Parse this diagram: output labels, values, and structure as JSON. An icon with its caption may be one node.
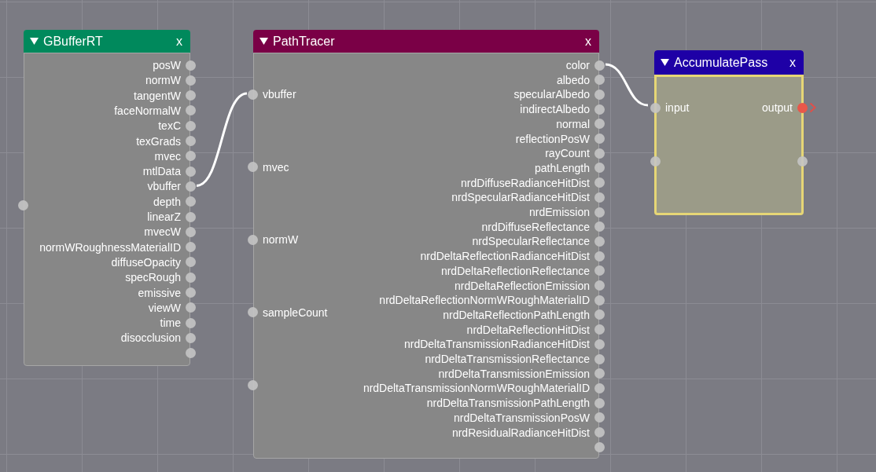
{
  "diagram": {
    "nodes": [
      {
        "text": [
          "GBufferRT",
          "x"
        ]
      },
      {
        "text": [],
        "shape": "circle",
        "in": 0
      },
      {
        "text": [
          "posW"
        ],
        "in": 0
      },
      {
        "text": [
          "normW"
        ],
        "in": 0
      },
      {
        "text": [
          "tangentW"
        ],
        "in": 0
      },
      {
        "text": [
          "faceNormalW"
        ],
        "in": 0
      },
      {
        "text": [
          "texC"
        ],
        "in": 0
      },
      {
        "text": [
          "texGrads"
        ],
        "in": 0
      },
      {
        "text": [
          "mvec"
        ],
        "in": 0
      },
      {
        "text": [
          "mtlData"
        ],
        "in": 0
      },
      {
        "text": [
          "vbuffer"
        ],
        "in": 0
      },
      {
        "text": [
          "depth"
        ],
        "in": 0
      },
      {
        "text": [
          "linearZ"
        ],
        "in": 0
      },
      {
        "text": [
          "mvecW"
        ],
        "in": 0
      },
      {
        "text": [
          "normWRoughnessMaterialID"
        ],
        "in": 0
      },
      {
        "text": [
          "diffuseOpacity"
        ],
        "in": 0
      },
      {
        "text": [
          "specRough"
        ],
        "in": 0
      },
      {
        "text": [
          "emissive"
        ],
        "in": 0
      },
      {
        "text": [
          "viewW"
        ],
        "in": 0
      },
      {
        "text": [
          "time"
        ],
        "in": 0
      },
      {
        "text": [
          "disocclusion"
        ],
        "in": 0
      },
      {
        "text": [],
        "shape": "circle",
        "in": 0
      },
      {
        "text": [
          "PathTracer",
          "x"
        ]
      },
      {
        "text": [
          "vbuffer"
        ],
        "in": 22
      },
      {
        "text": [
          "mvec"
        ],
        "in": 22
      },
      {
        "text": [
          "normW"
        ],
        "in": 22
      },
      {
        "text": [
          "sampleCount"
        ],
        "in": 22
      },
      {
        "text": [],
        "shape": "circle",
        "in": 22
      },
      {
        "text": [
          "color"
        ],
        "in": 22
      },
      {
        "text": [
          "albedo"
        ],
        "in": 22
      },
      {
        "text": [
          "specularAlbedo"
        ],
        "in": 22
      },
      {
        "text": [
          "indirectAlbedo"
        ],
        "in": 22
      },
      {
        "text": [
          "normal"
        ],
        "in": 22
      },
      {
        "text": [
          "reflectionPosW"
        ],
        "in": 22
      },
      {
        "text": [
          "rayCount"
        ],
        "in": 22
      },
      {
        "text": [
          "pathLength"
        ],
        "in": 22
      },
      {
        "text": [
          "nrdDiffuseRadianceHitDist"
        ],
        "in": 22
      },
      {
        "text": [
          "nrdSpecularRadianceHitDist"
        ],
        "in": 22
      },
      {
        "text": [
          "nrdEmission"
        ],
        "in": 22
      },
      {
        "text": [
          "nrdDiffuseReflectance"
        ],
        "in": 22
      },
      {
        "text": [
          "nrdSpecularReflectance"
        ],
        "in": 22
      },
      {
        "text": [
          "nrdDeltaReflectionRadianceHitDist"
        ],
        "in": 22
      },
      {
        "text": [
          "nrdDeltaReflectionReflectance"
        ],
        "in": 22
      },
      {
        "text": [
          "nrdDeltaReflectionEmission"
        ],
        "in": 22
      },
      {
        "text": [
          "nrdDeltaReflectionNormWRoughMaterialID"
        ],
        "in": 22
      },
      {
        "text": [
          "nrdDeltaReflectionPathLength"
        ],
        "in": 22
      },
      {
        "text": [
          "nrdDeltaReflectionHitDist"
        ],
        "in": 22
      },
      {
        "text": [
          "nrdDeltaTransmissionRadianceHitDist"
        ],
        "in": 22
      },
      {
        "text": [
          "nrdDeltaTransmissionReflectance"
        ],
        "in": 22
      },
      {
        "text": [
          "nrdDeltaTransmissionEmission"
        ],
        "in": 22
      },
      {
        "text": [
          "nrdDeltaTransmissionNormWRoughMaterialID"
        ],
        "in": 22
      },
      {
        "text": [
          "nrdDeltaTransmissionPathLength"
        ],
        "in": 22
      },
      {
        "text": [
          "nrdDeltaTransmissionPosW"
        ],
        "in": 22
      },
      {
        "text": [
          "nrdResidualRadianceHitDist"
        ],
        "in": 22
      },
      {
        "text": [],
        "shape": "circle",
        "in": 22
      },
      {
        "text": [
          "AccumulatePass",
          "x"
        ]
      },
      {
        "text": [
          "input"
        ],
        "in": 55
      },
      {
        "text": [
          "output"
        ],
        "in": 55
      },
      {
        "text": [],
        "shape": "circle",
        "in": 55
      },
      {
        "text": [],
        "shape": "circle",
        "in": 55
      }
    ],
    "edges": [
      {
        "from": 10,
        "to": 23,
        "arrow": "none"
      },
      {
        "from": 28,
        "to": 56,
        "arrow": "none"
      }
    ]
  }
}
